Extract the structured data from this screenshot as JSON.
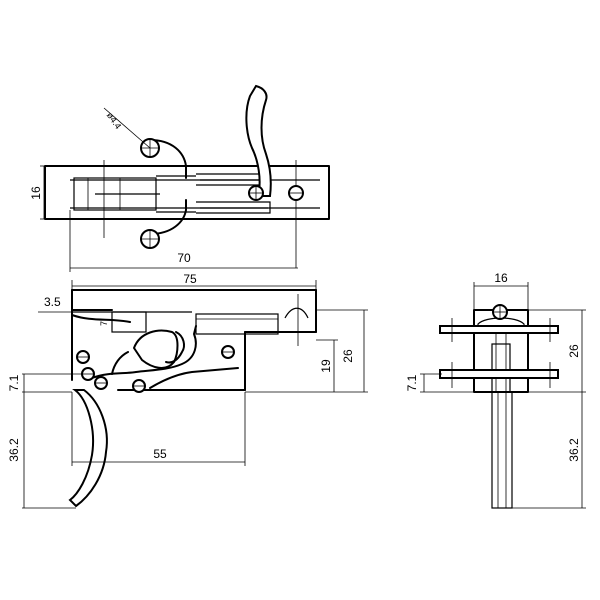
{
  "top_view": {
    "dim_diameter": "ø4.4",
    "dim_height": "16",
    "dim_length": "70"
  },
  "side_view": {
    "dim_total_length": "75",
    "dim_offset": "3.5",
    "dim_small": "7",
    "dim_height": "26",
    "dim_inner_height": "19",
    "dim_lever_step": "7.1",
    "dim_lever_drop": "36.2",
    "dim_base_length": "55"
  },
  "end_view": {
    "dim_width": "16",
    "dim_height": "26",
    "dim_lever_step": "7.1",
    "dim_lever_drop": "36.2"
  }
}
